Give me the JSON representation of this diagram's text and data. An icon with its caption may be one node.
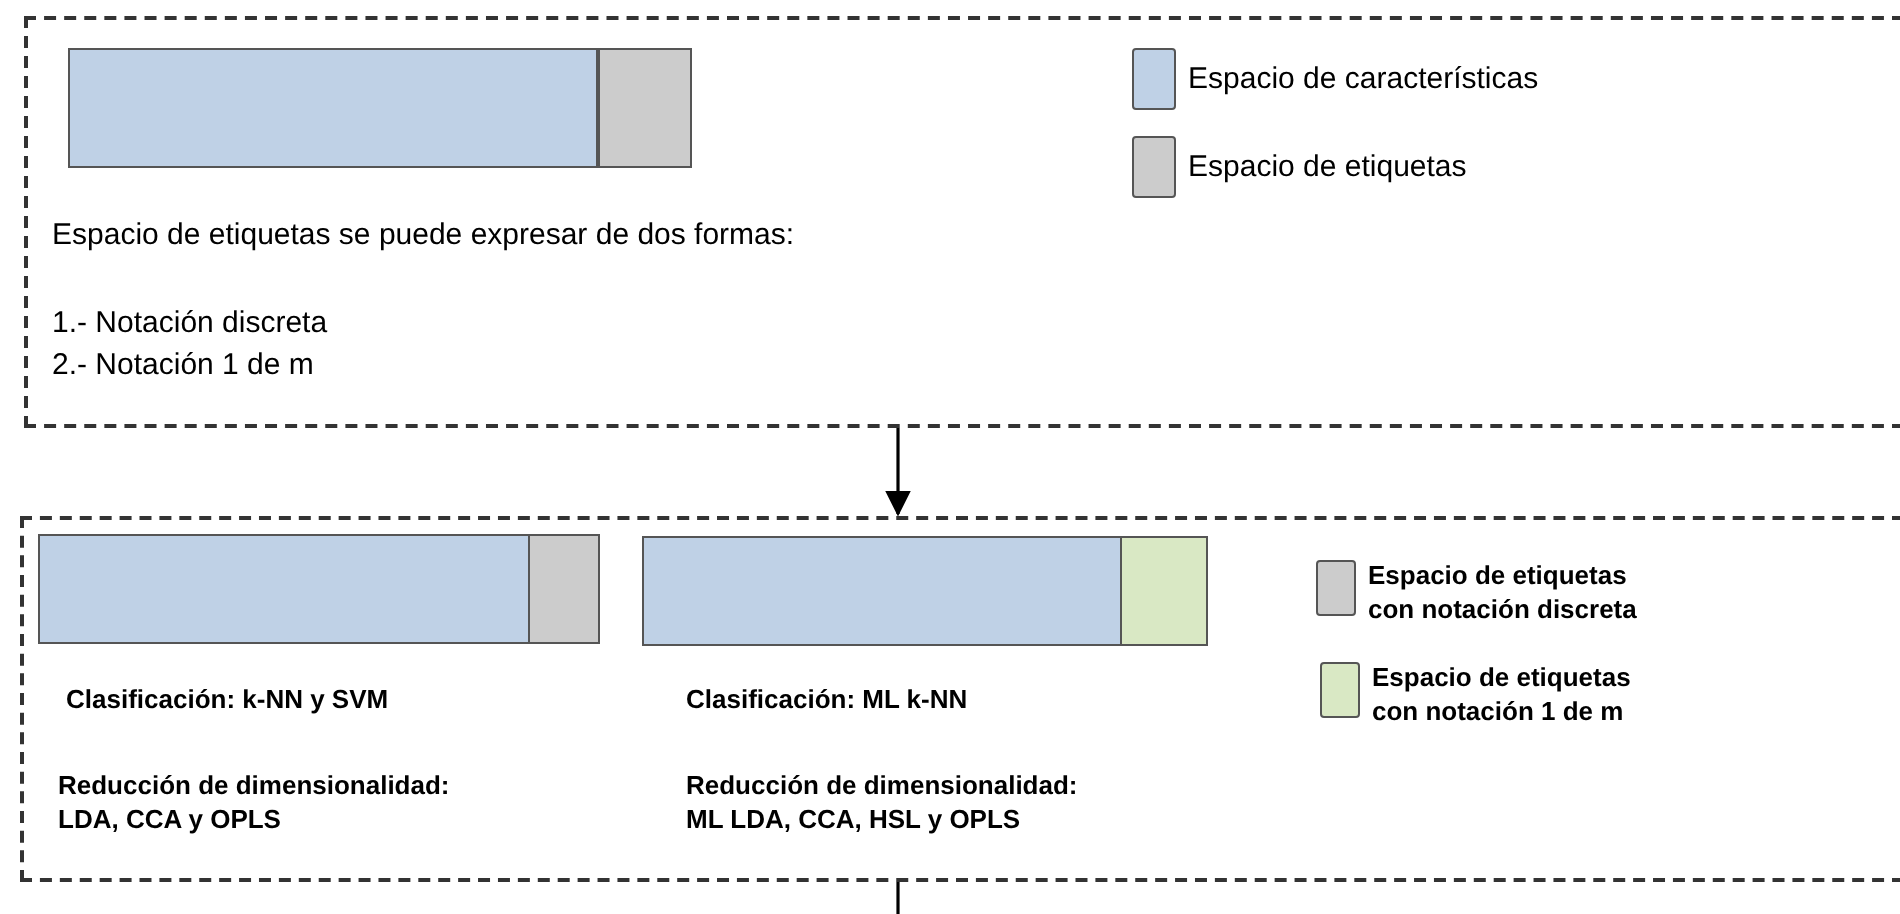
{
  "diagram": {
    "nodes": [
      {
        "text": [
          "Espacio de etiquetas  se puede expresar de dos formas:",
          "1.- Notación discreta",
          "2.- Notación 1 de m"
        ]
      },
      {
        "text": [],
        "shape": "bar",
        "in": 0
      },
      {
        "text": [],
        "shape": "bar",
        "in": 0
      },
      {
        "text": [
          "Clasificación: k-NN y SVM",
          "Reducción de dimensionalidad: LDA, CCA y OPLS",
          "Clasificación: ML k-NN",
          "Reducción de dimensionalidad: ML LDA, CCA,  HSL y OPLS"
        ]
      },
      {
        "text": [],
        "shape": "bar",
        "in": 3
      },
      {
        "text": [],
        "shape": "bar",
        "in": 3
      },
      {
        "text": [],
        "shape": "bar",
        "in": 3
      },
      {
        "text": [],
        "shape": "bar",
        "in": 3
      }
    ],
    "edges": [
      {
        "from": 0,
        "to": 3,
        "arrow": "to"
      },
      {
        "from": 3,
        "to": null,
        "arrow": "none"
      }
    ],
    "legend": [
      {
        "text": "Espacio de características",
        "color": "#bfd1e6"
      },
      {
        "text": "Espacio de etiquetas",
        "color": "#cccccc"
      },
      {
        "text": "Espacio de etiquetas con notación discreta",
        "color": "#cccccc"
      },
      {
        "text": "Espacio de etiquetas con notación 1 de m",
        "color": "#d9e8c4"
      }
    ]
  }
}
